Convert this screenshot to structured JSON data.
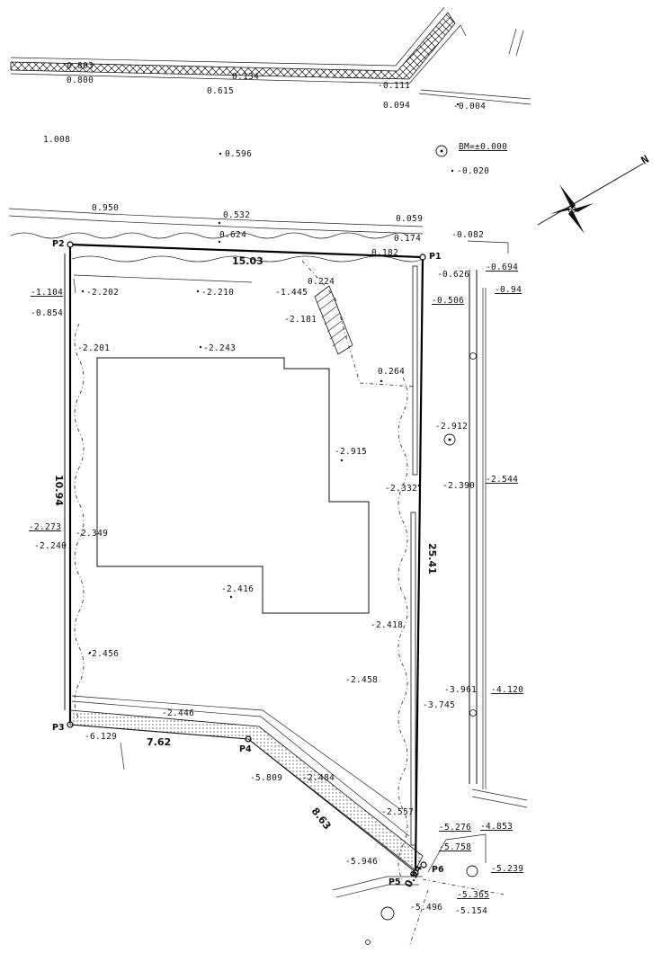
{
  "elevations": {
    "e1": "0.803",
    "e2": "0.800",
    "e3": "0.134",
    "e4": "0.615",
    "e5": "-0.111",
    "e6": "0.094",
    "e7": "-0.004",
    "e8": "1.008",
    "e9": "0.596",
    "e10": "-0.020",
    "e11": "0.950",
    "e12": "0.532",
    "e13": "0.624",
    "e14": "0.059",
    "e15": "0.174",
    "e16": "-0.082",
    "e17": "0.182",
    "e18": "-0.626",
    "e19": "-0.694",
    "e20": "-0.94",
    "e21": "-0.506",
    "e22": "-1.104",
    "e23": "-2.202",
    "e24": "-2.210",
    "e25": "-1.445",
    "e26": "0.224",
    "e27": "-0.854",
    "e28": "-2.181",
    "e29": "-2.201",
    "e30": "-2.243",
    "e31": "0.264",
    "e32": "-2.912",
    "e33": "-2.915",
    "e34": "-2.332",
    "e35": "-2.390",
    "e36": "-2.544",
    "e37": "-2.273",
    "e38": "-2.349",
    "e39": "-2.240",
    "e40": "-2.416",
    "e41": "-2.418",
    "e42": "-2.456",
    "e43": "-2.458",
    "e44": "-3.961",
    "e45": "-4.120",
    "e46": "-3.745",
    "e47": "-2.446",
    "e48": "-6.129",
    "e49": "-5.809",
    "e50": "-2.484",
    "e51": "-2.557",
    "e52": "-5.276",
    "e53": "-4.853",
    "e54": "-5.758",
    "e55": "-5.946",
    "e56": "-5.239",
    "e57": "-5.365",
    "e58": "-5.154",
    "e59": "-5.496"
  },
  "benchmark": "BM=±0.000",
  "points": {
    "p1": "P1",
    "p2": "P2",
    "p3": "P3",
    "p4": "P4",
    "p5": "P5",
    "p6": "P6"
  },
  "dimensions": {
    "top": "15.03",
    "left": "10.94",
    "right": "25.41",
    "bottom": "7.62",
    "diagonal": "8.63",
    "short": "0.94"
  },
  "north_label": "N"
}
